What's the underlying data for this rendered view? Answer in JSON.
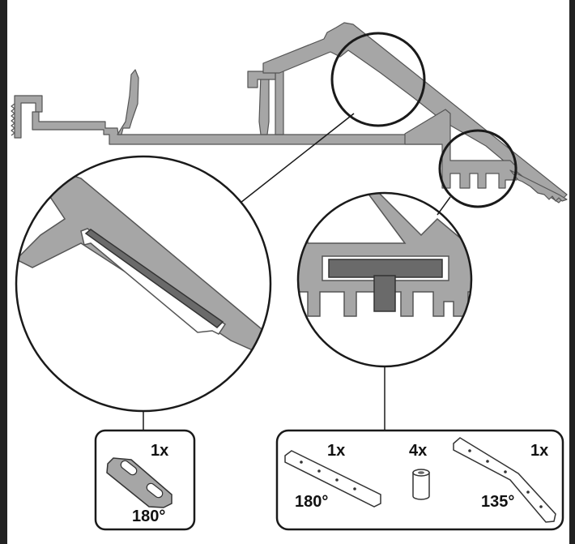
{
  "colors": {
    "profile_fill": "#a6a6a6",
    "profile_stroke": "#555555",
    "insert_fill": "#6a6a6a",
    "outline": "#1a1a1a",
    "frame_edge": "#222222",
    "background": "#ffffff"
  },
  "icons": [
    "magnifier-circle-left",
    "magnifier-circle-right",
    "connector-plate-180",
    "connector-plate-angled-135",
    "sleeve-nut"
  ],
  "kits": {
    "left": {
      "plate_qty": "1x",
      "plate_angle": "180°"
    },
    "right": {
      "plate_qty": "1x",
      "plate_angle": "180°",
      "sleeve_qty": "4x",
      "angled_qty": "1x",
      "angled_angle": "135°"
    }
  }
}
